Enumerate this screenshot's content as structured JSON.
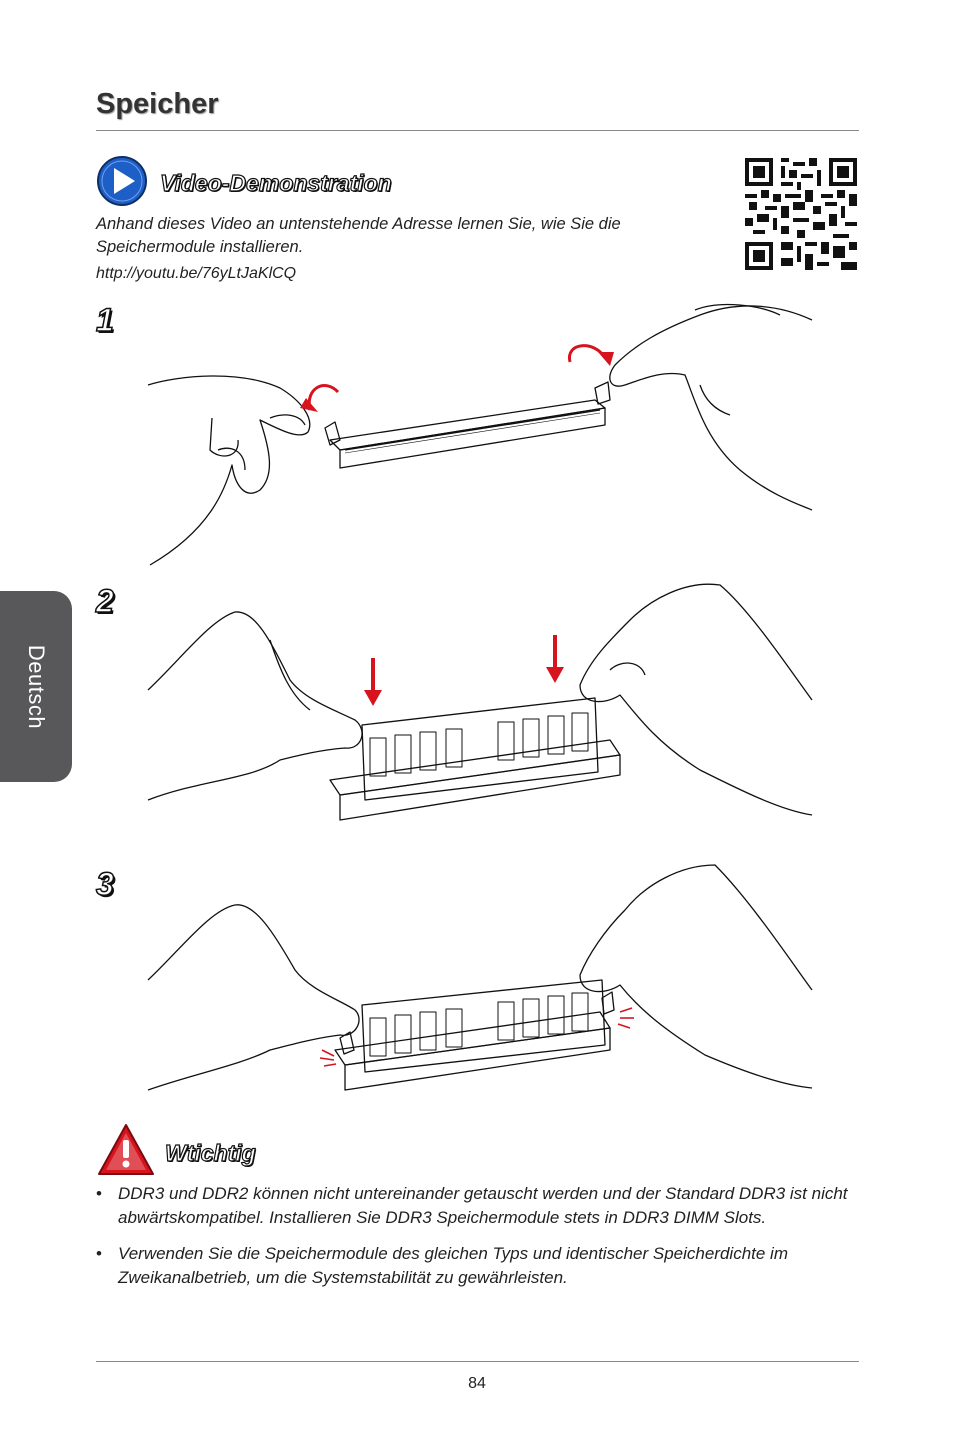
{
  "section_title": "Speicher",
  "side_tab": "Deutsch",
  "video": {
    "heading": "Video-Demonstration",
    "description": "Anhand dieses Video an untenstehende Adresse lernen Sie, wie Sie die Speichermodule installieren.",
    "url": "http://youtu.be/76yLtJaKlCQ",
    "icon": "play-icon"
  },
  "steps": [
    {
      "number": "1"
    },
    {
      "number": "2"
    },
    {
      "number": "3"
    }
  ],
  "important": {
    "heading": "Wtichtig",
    "icon": "warning-icon",
    "bullets": [
      "DDR3 und DDR2 können nicht untereinander getauscht werden und der Standard DDR3 ist nicht abwärtskompatibel. Installieren Sie DDR3 Speichermodule stets in DDR3 DIMM Slots.",
      "Verwenden Sie die Speichermodule des gleichen Typs und identischer Speicherdichte im Zweikanalbetrieb, um die Systemstabilität zu gewährleisten."
    ]
  },
  "page_number": "84",
  "colors": {
    "accent_blue": "#1e5fc7",
    "accent_red": "#d7141e",
    "tab_gray": "#58585a"
  }
}
